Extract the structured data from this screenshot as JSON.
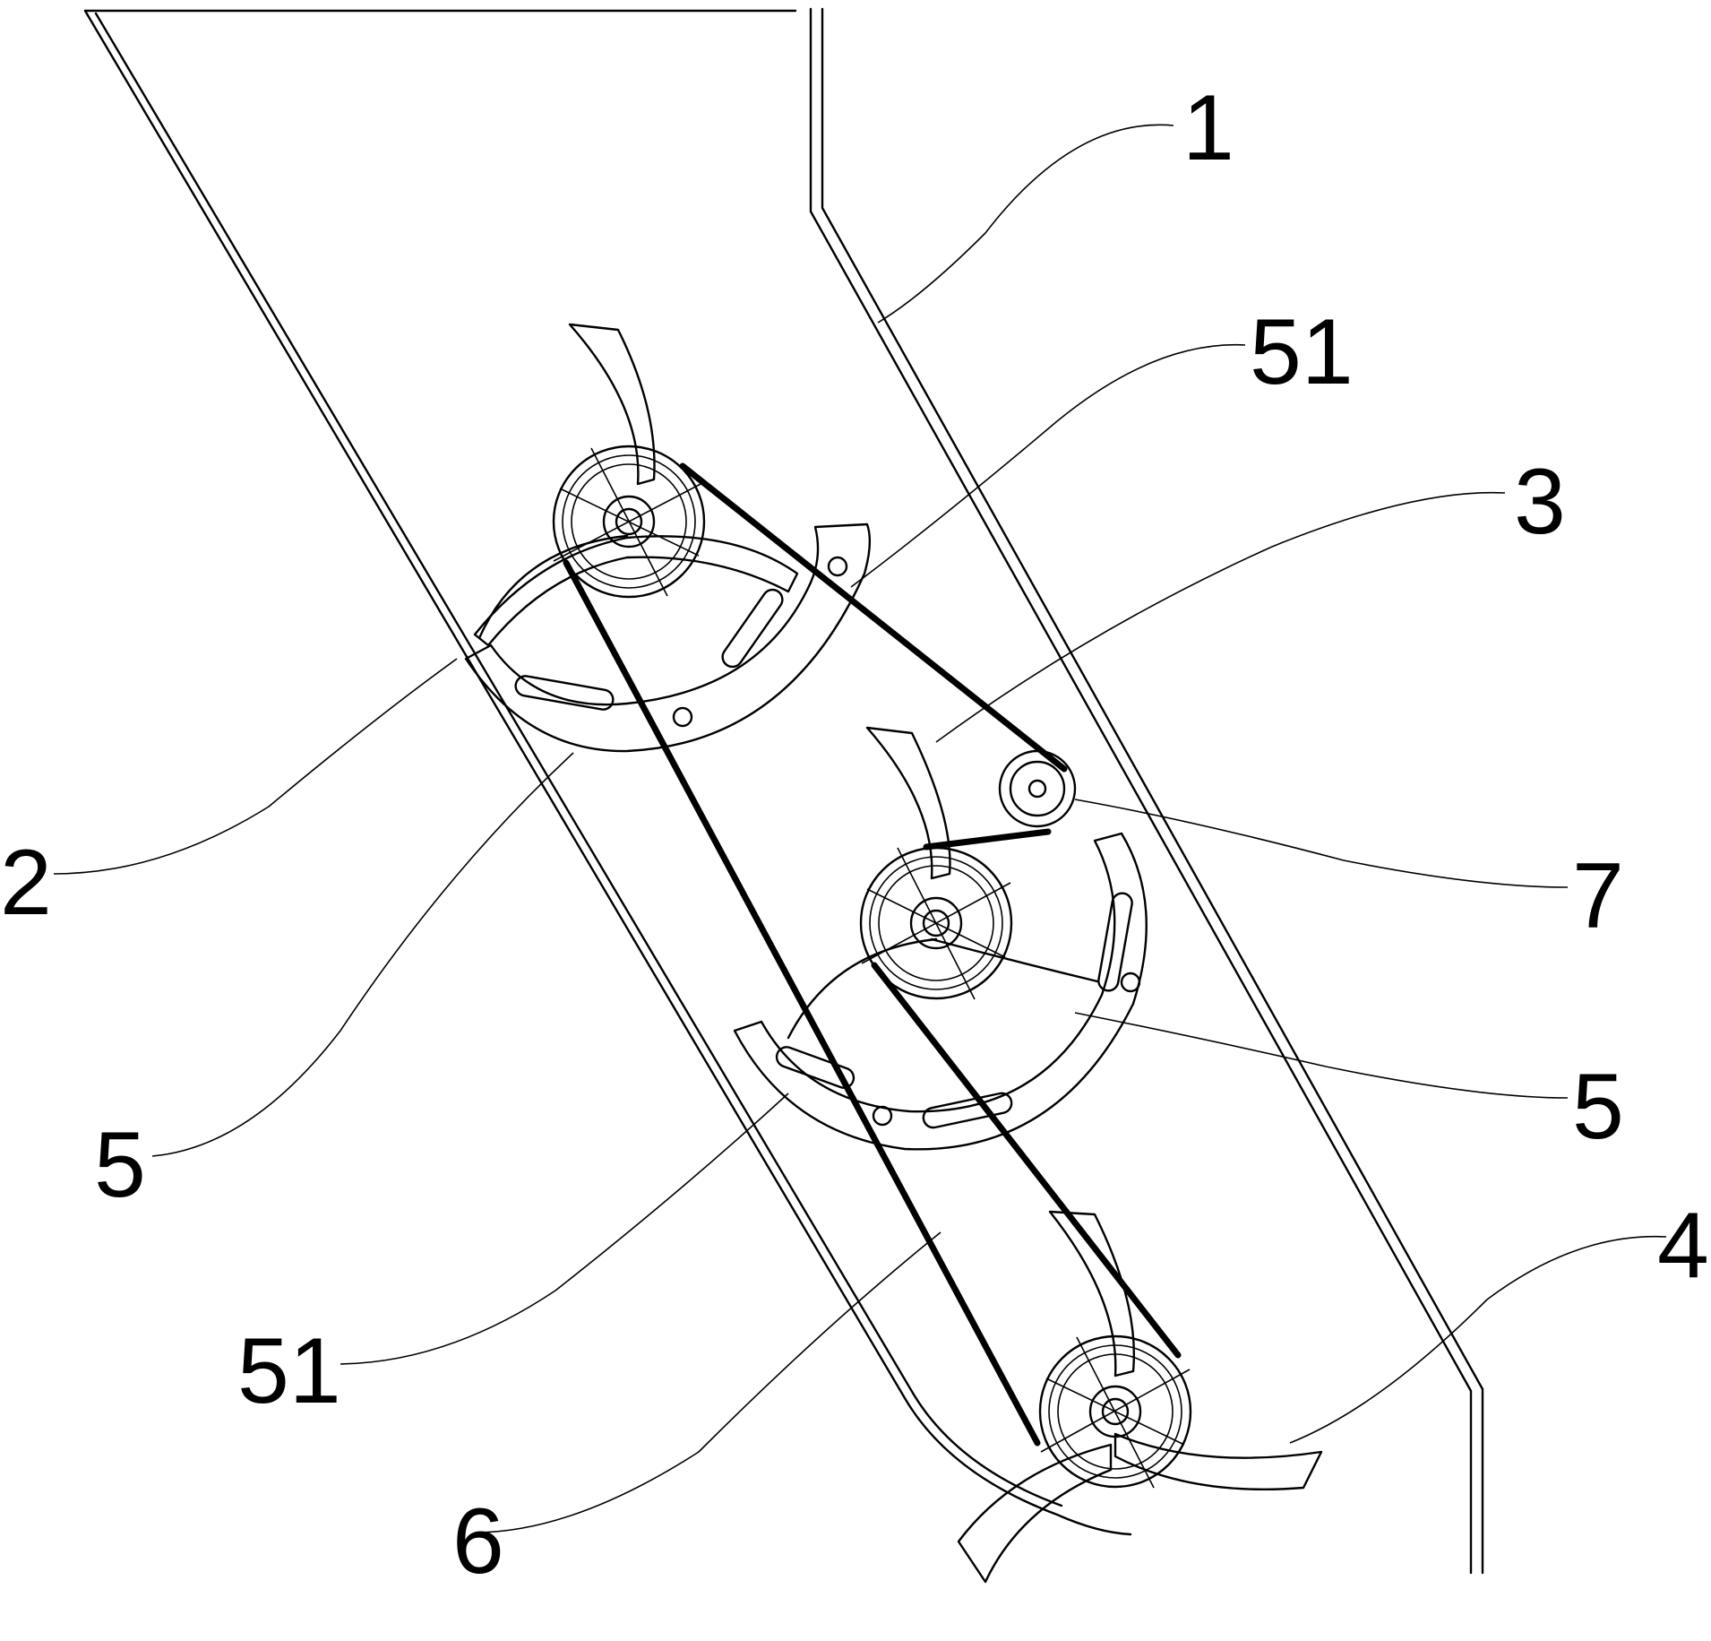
{
  "figure": {
    "background": "#ffffff",
    "stroke_color": "#000000",
    "labels": {
      "l1": "1",
      "l51_top": "51",
      "l3": "3",
      "l2": "2",
      "l7": "7",
      "l5_left": "5",
      "l5_right": "5",
      "l4": "4",
      "l51_bottom": "51",
      "l6": "6"
    }
  }
}
